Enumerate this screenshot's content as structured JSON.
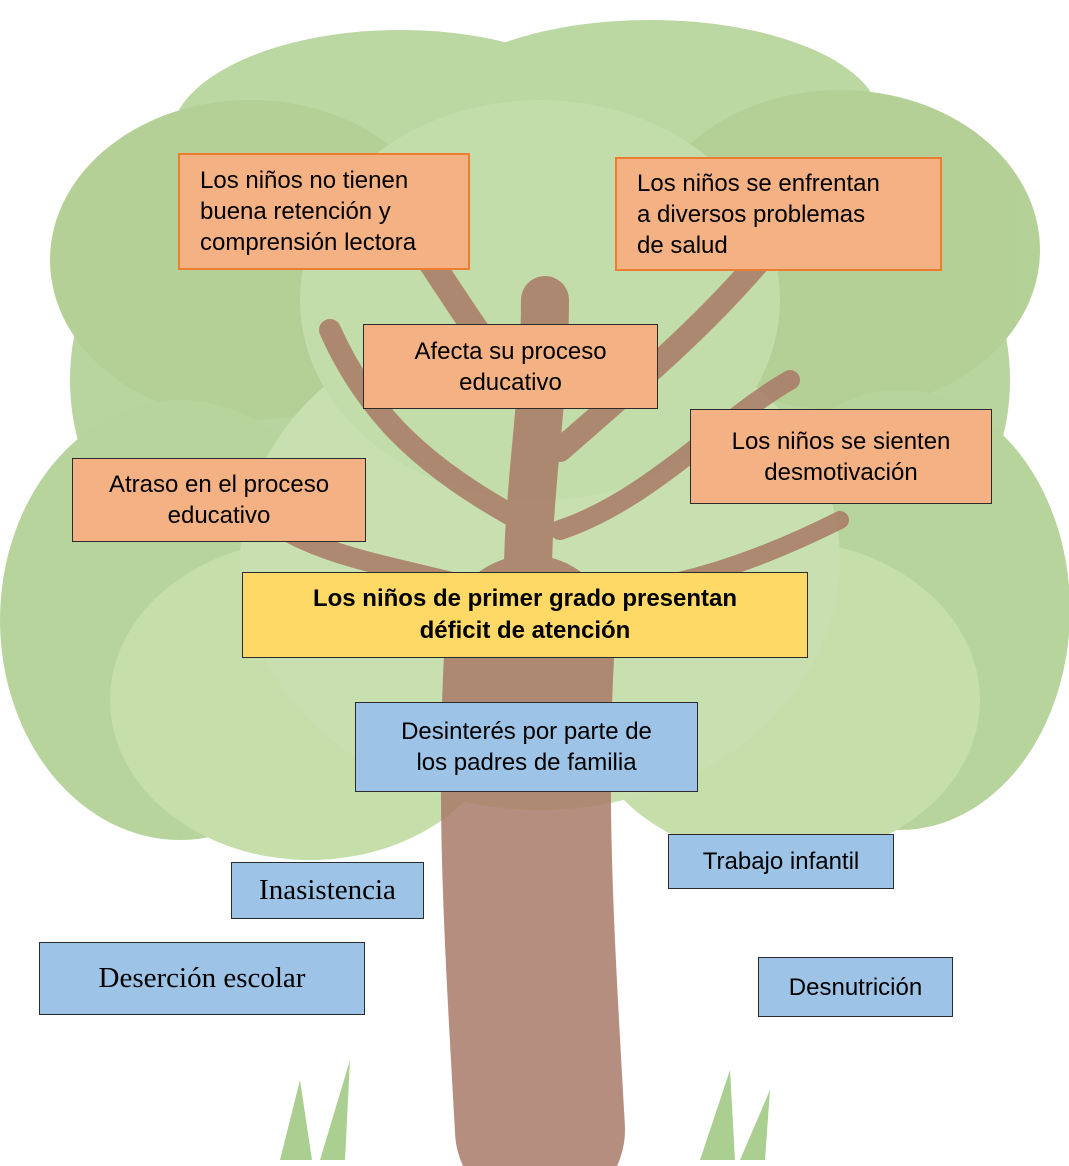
{
  "colors": {
    "effect_fill": "#f4b183",
    "effect_border": "#ed7d31",
    "problem_fill": "#ffd966",
    "cause_fill": "#9dc3e6",
    "foliage": "#9fc47a",
    "trunk": "#a07060"
  },
  "icons": {
    "tree": "tree-illustration",
    "grass": "grass-tuft"
  },
  "effects": [
    {
      "id": "retencion",
      "lines": [
        "Los niños no tienen",
        "buena retención y",
        "comprensión lectora"
      ]
    },
    {
      "id": "salud",
      "lines": [
        "Los niños se enfrentan",
        "a diversos problemas",
        "de salud"
      ]
    },
    {
      "id": "proceso",
      "lines": [
        "Afecta su proceso",
        "educativo"
      ]
    },
    {
      "id": "desmotivacion",
      "lines": [
        "Los niños se sienten",
        "desmotivación"
      ]
    },
    {
      "id": "atraso",
      "lines": [
        "Atraso en el proceso",
        "educativo"
      ]
    }
  ],
  "problem": {
    "lines": [
      "Los niños de primer grado presentan",
      "déficit de atención"
    ]
  },
  "causes": [
    {
      "id": "desinteres",
      "lines": [
        "Desinterés por parte de",
        "los padres de familia"
      ]
    },
    {
      "id": "trabajo",
      "lines": [
        "Trabajo infantil"
      ]
    },
    {
      "id": "inasistencia",
      "lines": [
        "Inasistencia"
      ]
    },
    {
      "id": "desercion",
      "lines": [
        "Deserción escolar"
      ]
    },
    {
      "id": "desnutricion",
      "lines": [
        "Desnutrición"
      ]
    }
  ]
}
